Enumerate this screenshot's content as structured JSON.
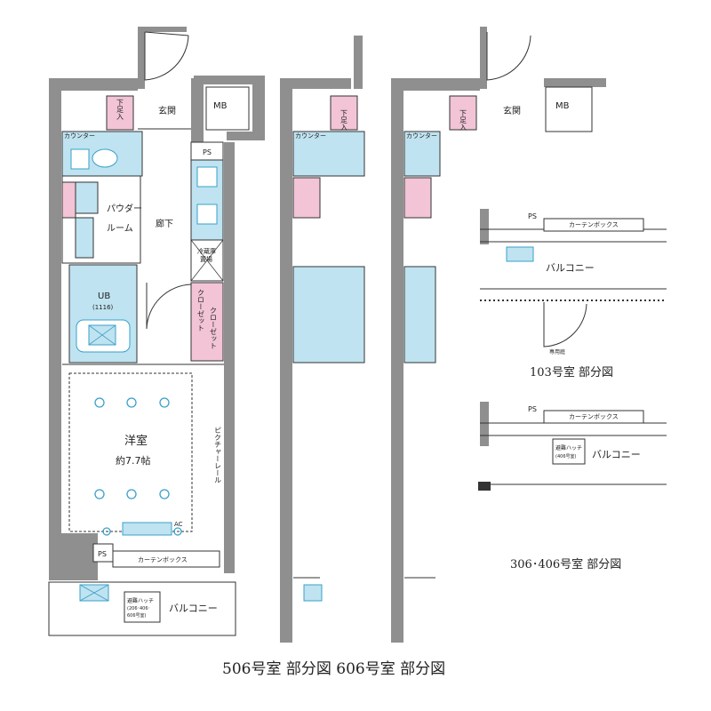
{
  "main_plan": {
    "entrance": "玄関",
    "shoe_box": "下足入",
    "mb": "MB",
    "counter": "カウンター",
    "ps": "PS",
    "powder_room": "パウダー\nルーム",
    "hallway": "廊下",
    "fridge": "冷蔵庫\n置場",
    "ub": "UB",
    "ub_size": "(1116)",
    "closet1": "クロー\nゼット",
    "closet2": "クローゼット",
    "room_name": "洋室",
    "room_size": "約7.7帖",
    "picture_rail": "ピクチャーレール",
    "ac": "AC",
    "curtain_box": "カーテンボックス",
    "balcony": "バルコニー",
    "hatch": "避難ハッチ\n(206･406･\n606号室)"
  },
  "partial_103": {
    "ps": "PS",
    "curtain_box": "カーテンボックス",
    "balcony": "バルコニー",
    "exclusive": "専用庭",
    "caption": "103号室 部分図"
  },
  "partial_306": {
    "ps": "PS",
    "curtain_box": "カーテンボックス",
    "balcony": "バルコニー",
    "hatch": "避難ハッチ\n(406号室)",
    "caption": "306･406号室 部分図"
  },
  "partial_506_606": {
    "shoe_box": "下足入",
    "counter": "カウンター",
    "entrance": "玄関",
    "mb": "MB"
  },
  "bottom_caption": "506号室 部分図 606号室 部分図",
  "colors": {
    "wall": "#8f8f8f",
    "wet_area": "#bfe3f0",
    "shoe_box": "#f2c4d6",
    "line": "#333333",
    "fixture": "#3aa0c8"
  }
}
